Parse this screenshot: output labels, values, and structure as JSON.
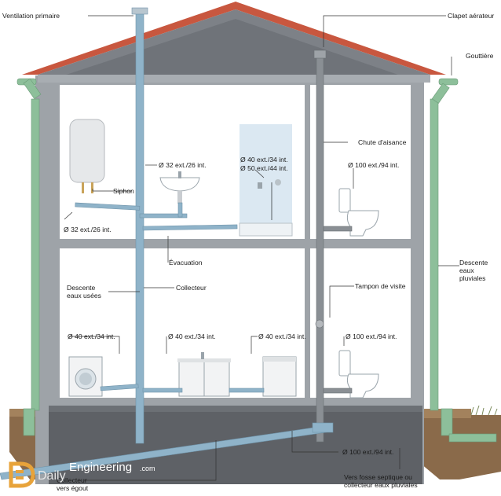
{
  "labels": {
    "ventilation_primaire": "Ventilation primaire",
    "clapet_aerateur": "Clapet aérateur",
    "gouttiere": "Gouttière",
    "chute_aisance": "Chute d'aisance",
    "siphon": "Siphon",
    "lavabo_dim": "Ø 32 ext./26 int.",
    "douche_dim_1": "Ø 40 ext./34 int.",
    "douche_dim_2": "Ø 50 ext./44 int.",
    "wc_haut_dim": "Ø 100 ext./94 int.",
    "siphon_dim": "Ø 32 ext./26 int.",
    "evacuation": "Évacuation",
    "collecteur": "Collecteur",
    "descente_eaux_usees": "Descente\neaux usées",
    "descente_eaux_pluviales": "Descente\neaux pluviales",
    "tampon_visite": "Tampon de visite",
    "lave_linge_dim": "Ø 40 ext./34 int.",
    "evier_dim": "Ø 40 ext./34 int.",
    "lave_vaisselle_dim": "Ø 40 ext./34 int.",
    "wc_bas_dim": "Ø 100 ext./94 int.",
    "collecteur_sol_dim": "Ø 100 ext./94 int.",
    "collecteur_egout": "Collecteur\nvers égout",
    "fosse_septique": "Vers fosse septique ou\ncollecteur eaux pluviales"
  },
  "watermark": {
    "brand": "Engineering",
    "suffix": ".com",
    "prefix": "Daily"
  },
  "colors": {
    "roof": "#c8573f",
    "wall": "#9ea3a8",
    "attic": "#7d8187",
    "room": "#ffffff",
    "ground": "#8a6a4a",
    "basement": "#5e6166",
    "pipe_blue": "#8fb3c9",
    "pipe_grey": "#8a8f94",
    "pipe_green": "#8dbf9a"
  }
}
